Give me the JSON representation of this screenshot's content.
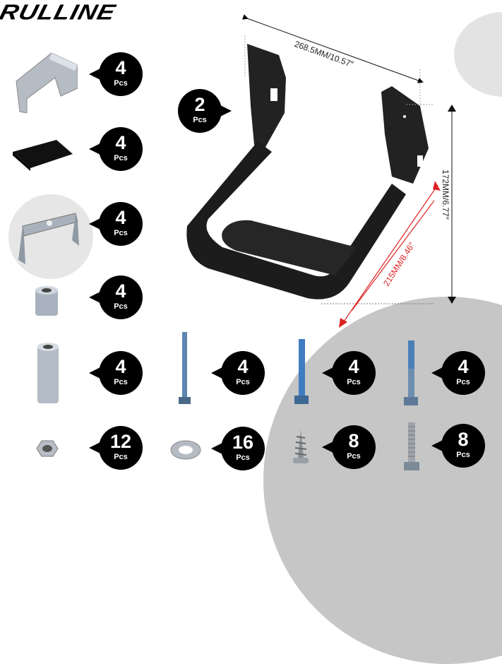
{
  "brand": {
    "logo_text": "RULLINE"
  },
  "dimensions": {
    "width": "268.5MM/10.57″",
    "height": "172MM/6.77″",
    "depth": "215MM/8.46″"
  },
  "main_product": {
    "name": "step",
    "count": "2",
    "unit": "Pcs"
  },
  "parts": [
    {
      "id": "bracket-large",
      "icon": "bent-bracket-icon",
      "count": "4",
      "unit": "Pcs"
    },
    {
      "id": "rubber-pad",
      "icon": "rubber-pad-icon",
      "count": "4",
      "unit": "Pcs"
    },
    {
      "id": "u-bracket",
      "icon": "u-bracket-icon",
      "count": "4",
      "unit": "Pcs"
    },
    {
      "id": "short-spacer",
      "icon": "short-spacer-icon",
      "count": "4",
      "unit": "Pcs"
    },
    {
      "id": "long-spacer",
      "icon": "long-spacer-icon",
      "count": "4",
      "unit": "Pcs"
    },
    {
      "id": "long-bolt",
      "icon": "long-bolt-icon",
      "count": "4",
      "unit": "Pcs"
    },
    {
      "id": "blue-bolt",
      "icon": "blue-bolt-icon",
      "count": "4",
      "unit": "Pcs"
    },
    {
      "id": "partial-thread-bolt",
      "icon": "partial-thread-bolt-icon",
      "count": "4",
      "unit": "Pcs"
    },
    {
      "id": "hex-nut",
      "icon": "hex-nut-icon",
      "count": "12",
      "unit": "Pcs"
    },
    {
      "id": "washer",
      "icon": "washer-icon",
      "count": "16",
      "unit": "Pcs"
    },
    {
      "id": "self-tapping-screw",
      "icon": "screw-icon",
      "count": "8",
      "unit": "Pcs"
    },
    {
      "id": "steel-bolt",
      "icon": "steel-bolt-icon",
      "count": "8",
      "unit": "Pcs"
    }
  ],
  "colors": {
    "badge": "#000000",
    "badge_text": "#ffffff",
    "bg_circle": "#c8c8c8",
    "light_circle": "#e3e3e3",
    "dim_red": "#dd2222"
  }
}
